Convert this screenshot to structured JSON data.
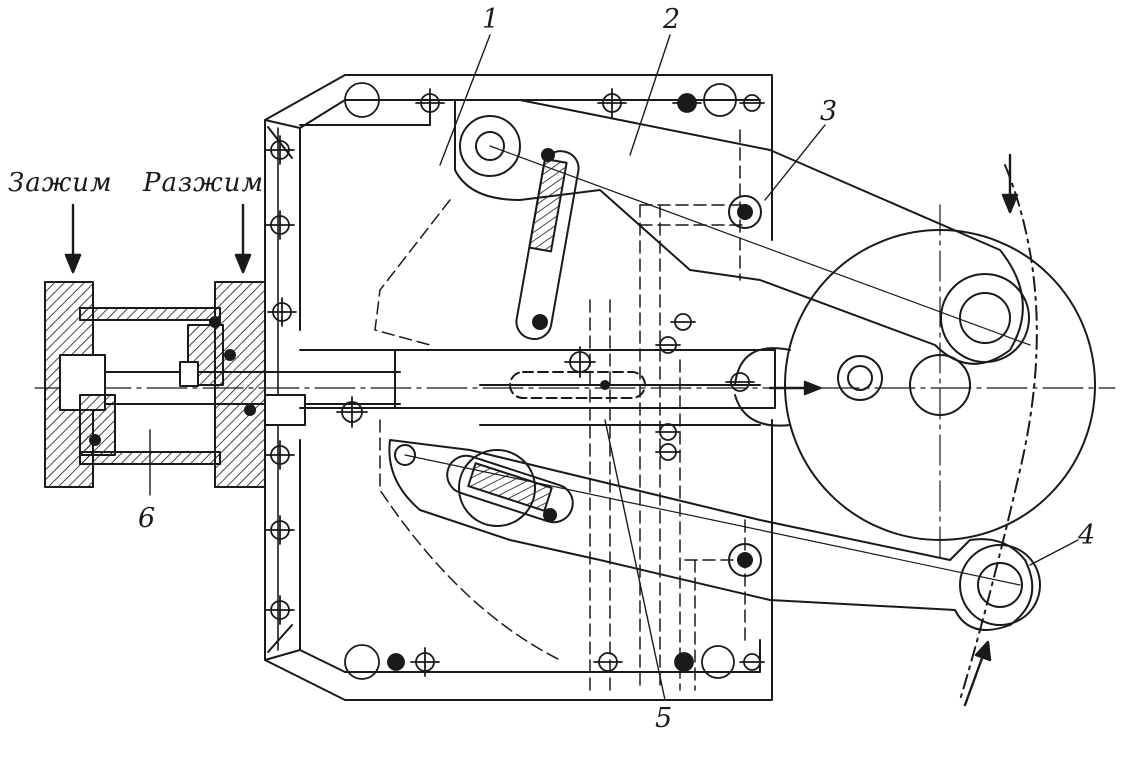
{
  "diagram": {
    "labels": {
      "clamp": "Зажим",
      "unclamp": "Разжим",
      "part_1": "1",
      "part_2": "2",
      "part_3": "3",
      "part_4": "4",
      "part_5": "5",
      "part_6": "6"
    },
    "colors": {
      "ink": "#1a1a1a",
      "paper": "#ffffff"
    }
  }
}
